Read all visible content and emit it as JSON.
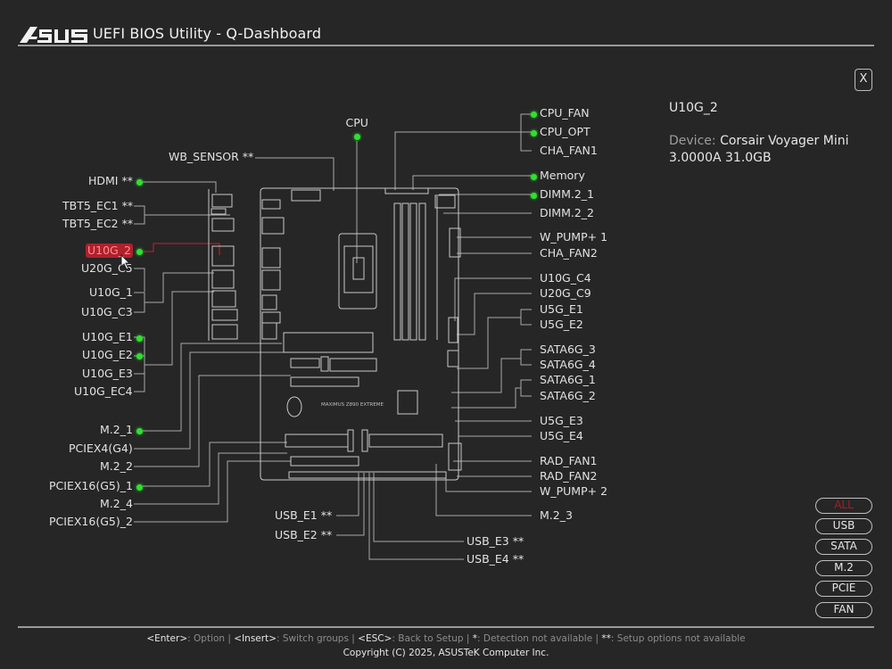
{
  "header": {
    "brand": "ASUS",
    "title": "UEFI BIOS Utility - Q-Dashboard"
  },
  "close_label": "X",
  "info_panel": {
    "selected": "U10G_2",
    "device_key": "Device:",
    "device_value": "Corsair Voyager Mini 3.0000A 31.0GB"
  },
  "colors": {
    "background": "#262626",
    "active_dot": "#2fe02f",
    "selected": "#b0202c",
    "line": "#bdbdbd"
  },
  "left_labels": [
    {
      "label": "HDMI **",
      "active": true
    },
    {
      "label": "TBT5_EC1 **",
      "active": false
    },
    {
      "label": "TBT5_EC2 **",
      "active": false
    },
    {
      "label": "U10G_2",
      "active": true,
      "selected": true
    },
    {
      "label": "U20G_C5",
      "active": false
    },
    {
      "label": "U10G_1",
      "active": false
    },
    {
      "label": "U10G_C3",
      "active": false
    },
    {
      "label": "U10G_E1",
      "active": true
    },
    {
      "label": "U10G_E2",
      "active": true
    },
    {
      "label": "U10G_E3",
      "active": false
    },
    {
      "label": "U10G_EC4",
      "active": false
    },
    {
      "label": "M.2_1",
      "active": true
    },
    {
      "label": "PCIEX4(G4)",
      "active": false
    },
    {
      "label": "M.2_2",
      "active": false
    },
    {
      "label": "PCIEX16(G5)_1",
      "active": true
    },
    {
      "label": "M.2_4",
      "active": false
    },
    {
      "label": "PCIEX16(G5)_2",
      "active": false
    }
  ],
  "top_labels": [
    {
      "label": "WB_SENSOR **",
      "active": false
    },
    {
      "label": "CPU",
      "active": true
    }
  ],
  "right_labels": [
    {
      "label": "CPU_FAN",
      "active": true
    },
    {
      "label": "CPU_OPT",
      "active": true
    },
    {
      "label": "CHA_FAN1",
      "active": false
    },
    {
      "label": "Memory",
      "active": true
    },
    {
      "label": "DIMM.2_1",
      "active": true
    },
    {
      "label": "DIMM.2_2",
      "active": false
    },
    {
      "label": "W_PUMP+ 1",
      "active": false
    },
    {
      "label": "CHA_FAN2",
      "active": false
    },
    {
      "label": "U10G_C4",
      "active": false
    },
    {
      "label": "U20G_C9",
      "active": false
    },
    {
      "label": "U5G_E1",
      "active": false
    },
    {
      "label": "U5G_E2",
      "active": false
    },
    {
      "label": "SATA6G_3",
      "active": false
    },
    {
      "label": "SATA6G_4",
      "active": false
    },
    {
      "label": "SATA6G_1",
      "active": false
    },
    {
      "label": "SATA6G_2",
      "active": false
    },
    {
      "label": "U5G_E3",
      "active": false
    },
    {
      "label": "U5G_E4",
      "active": false
    },
    {
      "label": "RAD_FAN1",
      "active": false
    },
    {
      "label": "RAD_FAN2",
      "active": false
    },
    {
      "label": "W_PUMP+ 2",
      "active": false
    },
    {
      "label": "M.2_3",
      "active": false
    }
  ],
  "bottom_labels": [
    {
      "label": "USB_E1 **",
      "active": false
    },
    {
      "label": "USB_E2 **",
      "active": false
    },
    {
      "label": "USB_E3 **",
      "active": false
    },
    {
      "label": "USB_E4 **",
      "active": false
    }
  ],
  "board_text": "MAXIMUS Z890 EXTREME",
  "filters": [
    {
      "label": "ALL",
      "active": true
    },
    {
      "label": "USB",
      "active": false
    },
    {
      "label": "SATA",
      "active": false
    },
    {
      "label": "M.2",
      "active": false
    },
    {
      "label": "PCIE",
      "active": false
    },
    {
      "label": "FAN",
      "active": false
    }
  ],
  "footer": {
    "hints": [
      {
        "key": "<Enter>",
        "desc": "Option"
      },
      {
        "key": "<Insert>",
        "desc": "Switch groups"
      },
      {
        "key": "<ESC>",
        "desc": "Back to Setup"
      },
      {
        "key": "*",
        "desc": "Detection not available"
      },
      {
        "key": "**",
        "desc": "Setup options not available"
      }
    ],
    "copyright": "Copyright (C) 2025, ASUSTeK Computer Inc."
  }
}
